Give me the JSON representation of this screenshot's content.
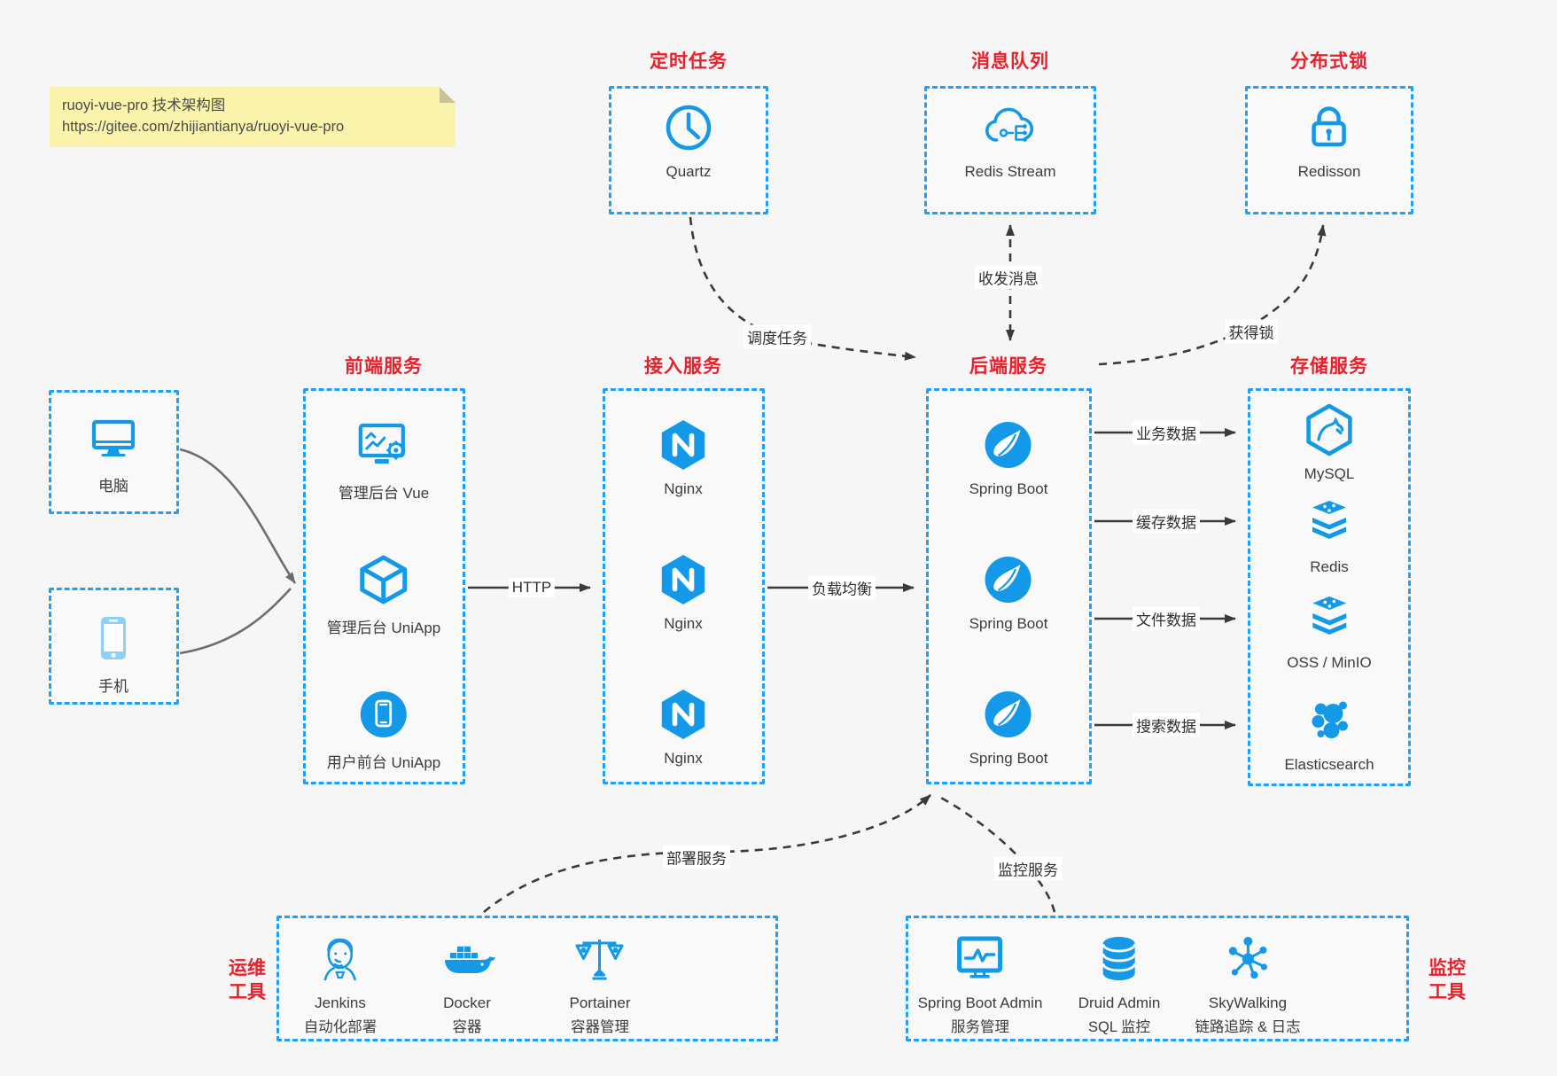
{
  "colors": {
    "border_blue": "#1E9FFF",
    "icon_blue": "#1499E8",
    "title_red": "#E8202B",
    "arrow_dark": "#3A3A3A",
    "arrow_gray": "#6B6F73",
    "note_bg": "#FAF3AC",
    "background": "#F6F6F6"
  },
  "sticky_note": {
    "title": "ruoyi-vue-pro 技术架构图",
    "url": "https://gitee.com/zhijiantianya/ruoyi-vue-pro"
  },
  "top_groups": [
    {
      "title": "定时任务",
      "item": {
        "icon": "clock-icon",
        "label": "Quartz"
      }
    },
    {
      "title": "消息队列",
      "item": {
        "icon": "cloud-stream-icon",
        "label": "Redis Stream"
      }
    },
    {
      "title": "分布式锁",
      "item": {
        "icon": "lock-icon",
        "label": "Redisson"
      }
    }
  ],
  "clients": [
    {
      "icon": "desktop-icon",
      "label": "电脑"
    },
    {
      "icon": "smartphone-icon",
      "label": "手机"
    }
  ],
  "service_columns": [
    {
      "title": "前端服务",
      "items": [
        {
          "icon": "admin-vue-icon",
          "label": "管理后台 Vue"
        },
        {
          "icon": "uniapp-cube-icon",
          "label": "管理后台 UniApp"
        },
        {
          "icon": "user-app-icon",
          "label": "用户前台 UniApp"
        }
      ]
    },
    {
      "title": "接入服务",
      "items": [
        {
          "icon": "nginx-icon",
          "label": "Nginx"
        },
        {
          "icon": "nginx-icon",
          "label": "Nginx"
        },
        {
          "icon": "nginx-icon",
          "label": "Nginx"
        }
      ]
    },
    {
      "title": "后端服务",
      "items": [
        {
          "icon": "spring-boot-icon",
          "label": "Spring Boot"
        },
        {
          "icon": "spring-boot-icon",
          "label": "Spring Boot"
        },
        {
          "icon": "spring-boot-icon",
          "label": "Spring Boot"
        }
      ]
    },
    {
      "title": "存储服务",
      "items": [
        {
          "icon": "mysql-icon",
          "label": "MySQL"
        },
        {
          "icon": "redis-icon",
          "label": "Redis"
        },
        {
          "icon": "object-storage-icon",
          "label": "OSS / MinIO"
        },
        {
          "icon": "elasticsearch-icon",
          "label": "Elasticsearch"
        }
      ]
    }
  ],
  "edge_labels": {
    "http": "HTTP",
    "load_balance": "负载均衡",
    "schedule": "调度任务",
    "message": "收发消息",
    "lock": "获得锁",
    "business_data": "业务数据",
    "cache_data": "缓存数据",
    "file_data": "文件数据",
    "search_data": "搜索数据",
    "deploy": "部署服务",
    "monitor": "监控服务"
  },
  "bottom_groups": [
    {
      "side_label_line1": "运维",
      "side_label_line2": "工具",
      "items": [
        {
          "icon": "jenkins-icon",
          "label": "Jenkins",
          "sublabel": "自动化部署"
        },
        {
          "icon": "docker-icon",
          "label": "Docker",
          "sublabel": "容器"
        },
        {
          "icon": "portainer-icon",
          "label": "Portainer",
          "sublabel": "容器管理"
        }
      ]
    },
    {
      "side_label_line1": "监控",
      "side_label_line2": "工具",
      "items": [
        {
          "icon": "spring-boot-admin-icon",
          "label": "Spring Boot Admin",
          "sublabel": "服务管理"
        },
        {
          "icon": "druid-icon",
          "label": "Druid Admin",
          "sublabel": "SQL 监控"
        },
        {
          "icon": "skywalking-icon",
          "label": "SkyWalking",
          "sublabel": "链路追踪 & 日志"
        }
      ]
    }
  ]
}
